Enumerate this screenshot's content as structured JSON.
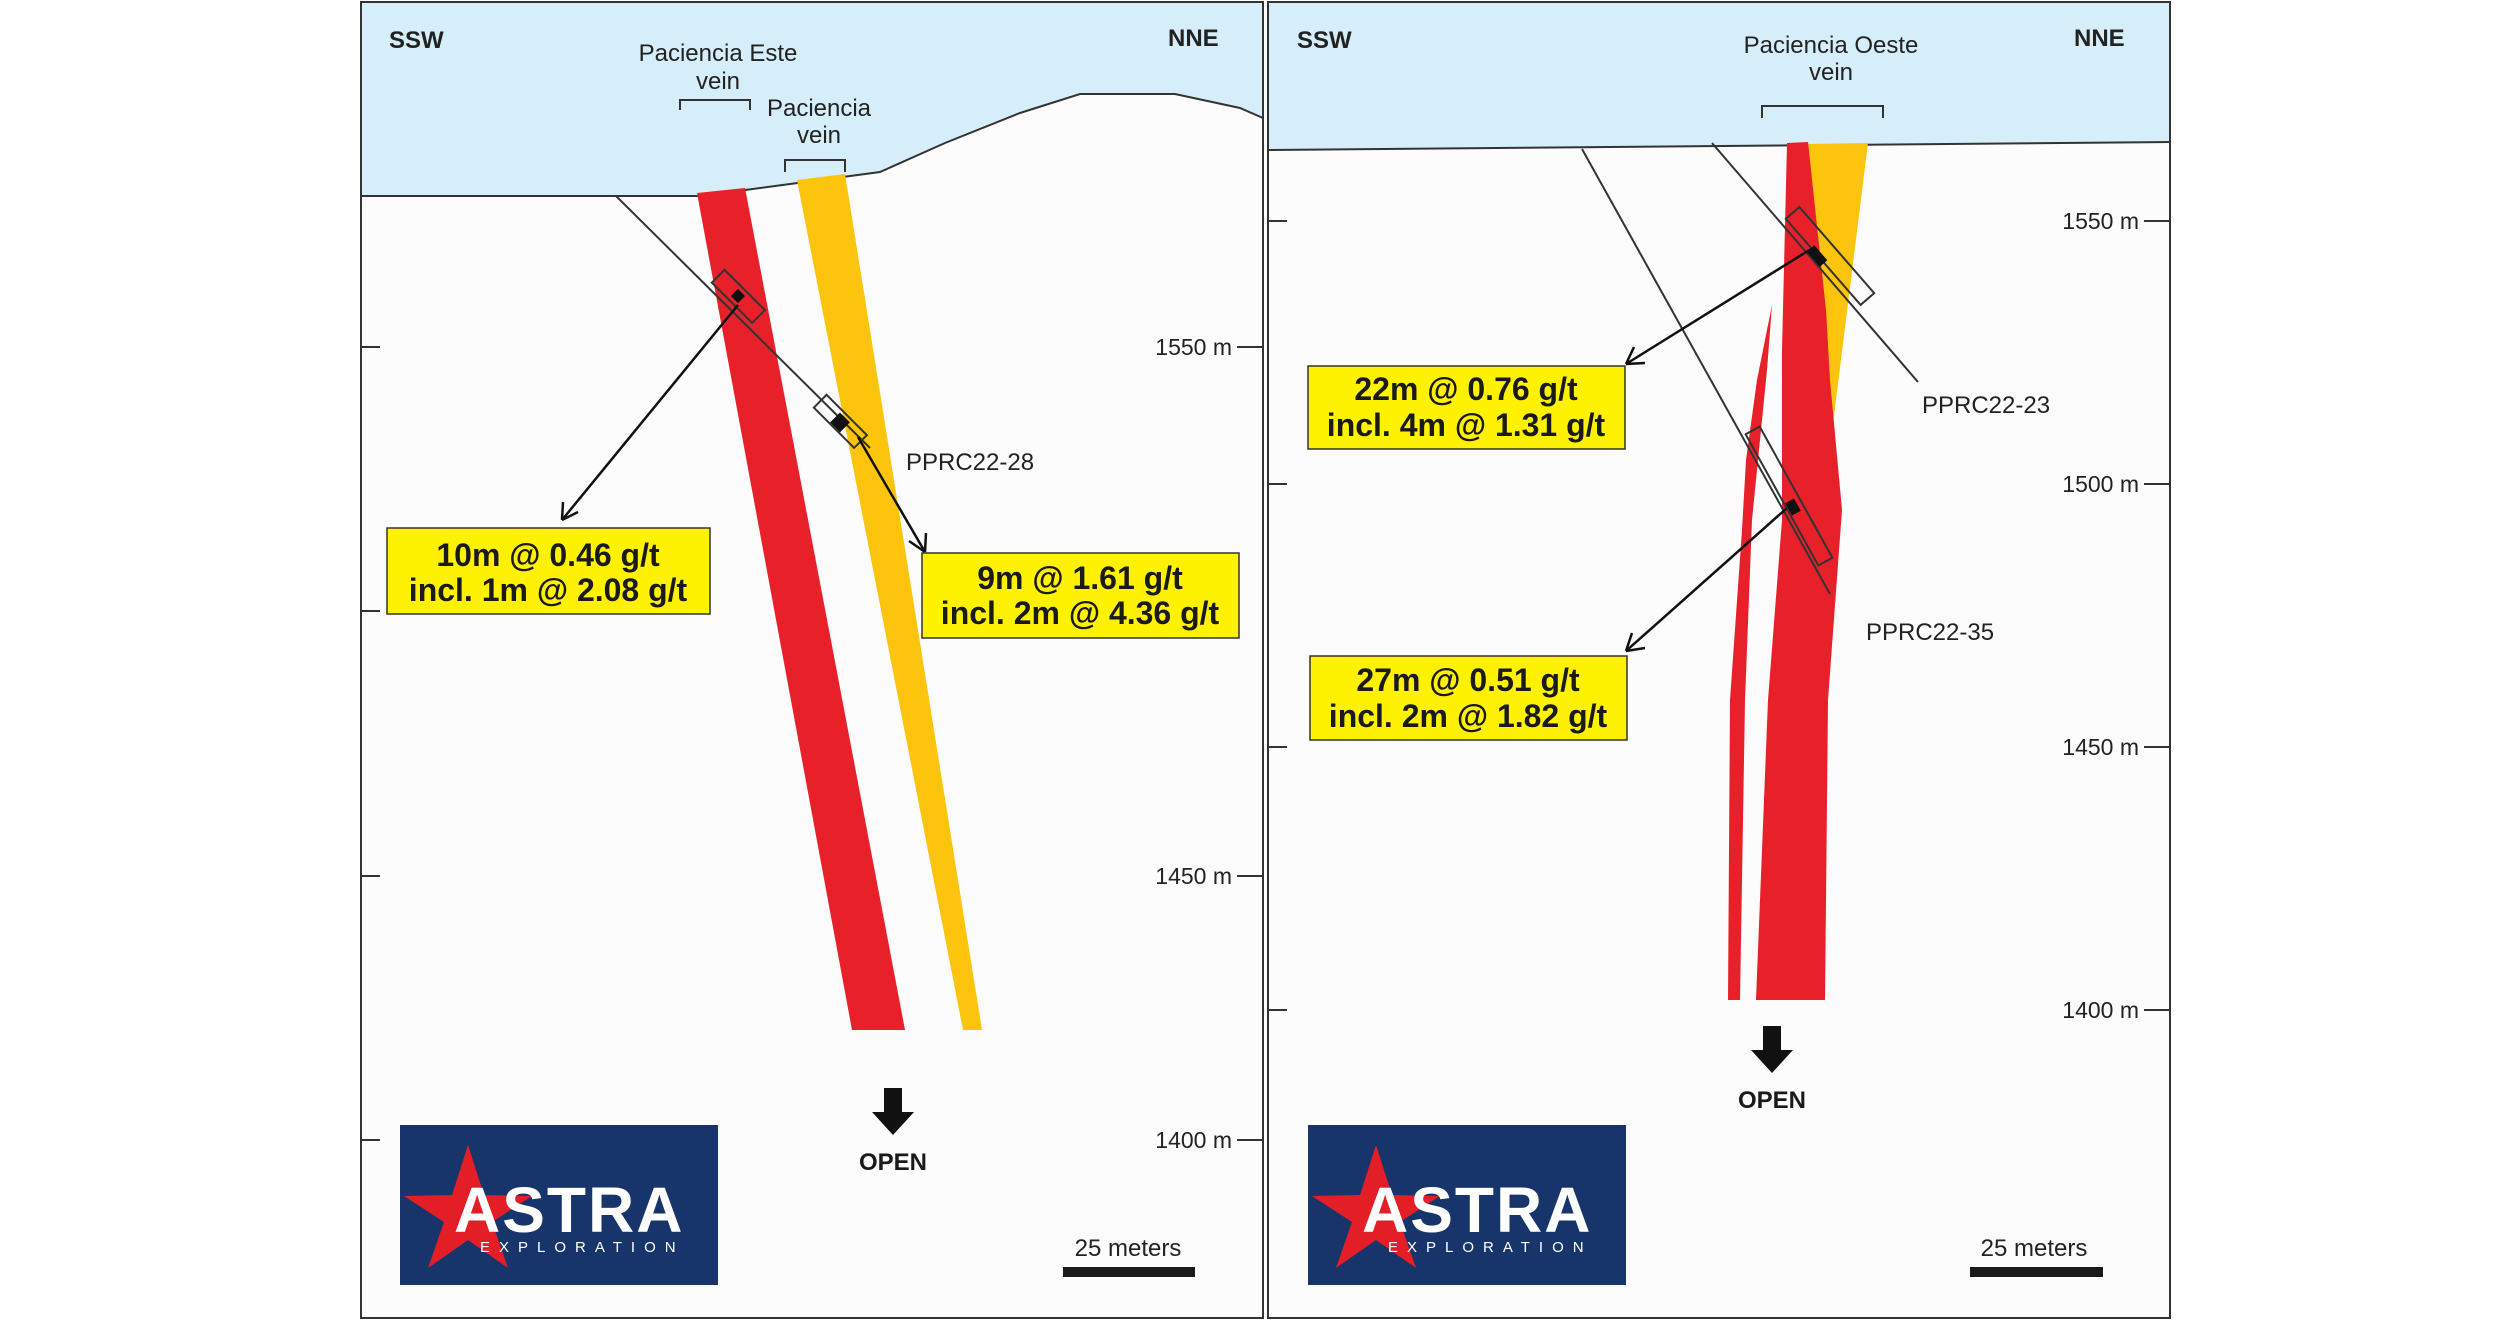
{
  "left_section": {
    "dir_left": "SSW",
    "dir_right": "NNE",
    "vein_este_line1": "Paciencia Este",
    "vein_este_line2": "vein",
    "vein_pac_line1": "Paciencia",
    "vein_pac_line2": "vein",
    "hole_label": "PPRC22-28",
    "intercept_1": {
      "line1": "10m @ 0.46 g/t",
      "line2": "incl. 1m @ 2.08 g/t"
    },
    "intercept_2": {
      "line1": "9m @ 1.61 g/t",
      "line2": "incl. 2m @ 4.36 g/t"
    },
    "elevations": [
      "1550 m",
      "1450 m",
      "1400 m"
    ],
    "open_label": "OPEN",
    "scale_label": "25 meters"
  },
  "right_section": {
    "dir_left": "SSW",
    "dir_right": "NNE",
    "vein_oeste_line1": "Paciencia Oeste",
    "vein_oeste_line2": "vein",
    "hole_label_1": "PPRC22-23",
    "hole_label_2": "PPRC22-35",
    "intercept_1": {
      "line1": "22m @ 0.76 g/t",
      "line2": "incl. 4m @ 1.31 g/t"
    },
    "intercept_2": {
      "line1": "27m @ 0.51 g/t",
      "line2": "incl. 2m @ 1.82 g/t"
    },
    "elevations": [
      "1550 m",
      "1500 m",
      "1450 m",
      "1400 m"
    ],
    "open_label": "OPEN",
    "scale_label": "25 meters"
  },
  "logo": {
    "main": "ASTRA",
    "sub": "EXPLORATION"
  },
  "colors": {
    "sky": "#d6eef9",
    "ground": "#fcfcfc",
    "vein_red": "#e8202a",
    "vein_yellow": "#fcc40d",
    "label_box": "#fff200",
    "logo_bg": "#17356b",
    "logo_star": "#e41e26"
  }
}
